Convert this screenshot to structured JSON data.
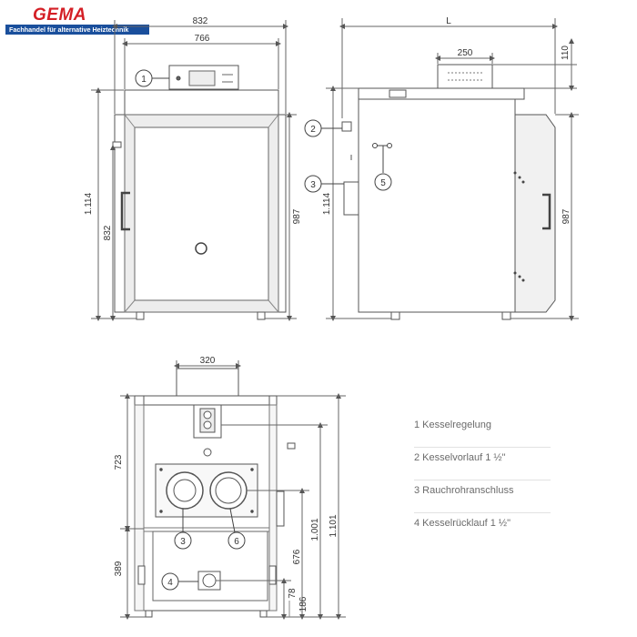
{
  "brand": {
    "name": "GEMA",
    "tagline": "Fachhandel für alternative Heiztechnik"
  },
  "front_view": {
    "dim_width_outer": "832",
    "dim_width_inner": "766",
    "dim_height_total": "1.114",
    "dim_height_side": "832",
    "dim_height_right": "987",
    "callout": "1"
  },
  "side_view": {
    "dim_length": "L",
    "dim_top_width": "250",
    "dim_top_height": "110",
    "dim_height_total": "1.114",
    "dim_height_right": "987",
    "callouts": [
      "2",
      "3",
      "5"
    ]
  },
  "rear_view": {
    "dim_top_width": "320",
    "dim_723": "723",
    "dim_389": "389",
    "dim_1001": "1.001",
    "dim_1101": "1.101",
    "dim_676": "676",
    "dim_186": "186",
    "dim_78": "78",
    "callouts": [
      "3",
      "6",
      "4"
    ]
  },
  "legend": {
    "items": [
      "1 Kesselregelung",
      "2 Kesselvorlauf 1 ½\"",
      "3 Rauchrohranschluss",
      "4 Kesselrücklauf 1 ½\""
    ]
  }
}
